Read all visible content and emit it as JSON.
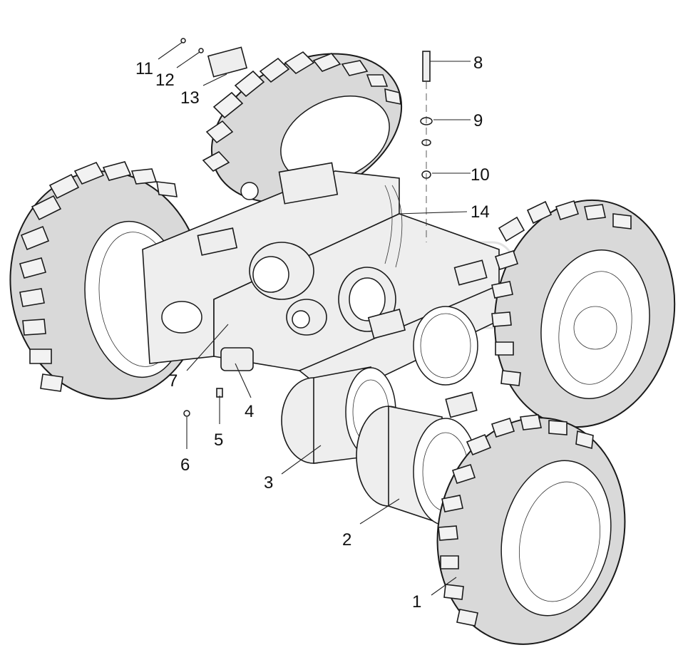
{
  "diagram": {
    "callouts": [
      {
        "id": "1",
        "text": "1"
      },
      {
        "id": "2",
        "text": "2"
      },
      {
        "id": "3",
        "text": "3"
      },
      {
        "id": "4",
        "text": "4"
      },
      {
        "id": "5",
        "text": "5"
      },
      {
        "id": "6",
        "text": "6"
      },
      {
        "id": "7",
        "text": "7"
      },
      {
        "id": "8",
        "text": "8"
      },
      {
        "id": "9",
        "text": "9"
      },
      {
        "id": "10",
        "text": "10"
      },
      {
        "id": "11",
        "text": "11"
      },
      {
        "id": "12",
        "text": "12"
      },
      {
        "id": "13",
        "text": "13"
      },
      {
        "id": "14",
        "text": "14"
      }
    ],
    "colors": {
      "line": "#1a1a1a",
      "tire_fill": "#d9d9d9",
      "background": "#ffffff"
    }
  }
}
